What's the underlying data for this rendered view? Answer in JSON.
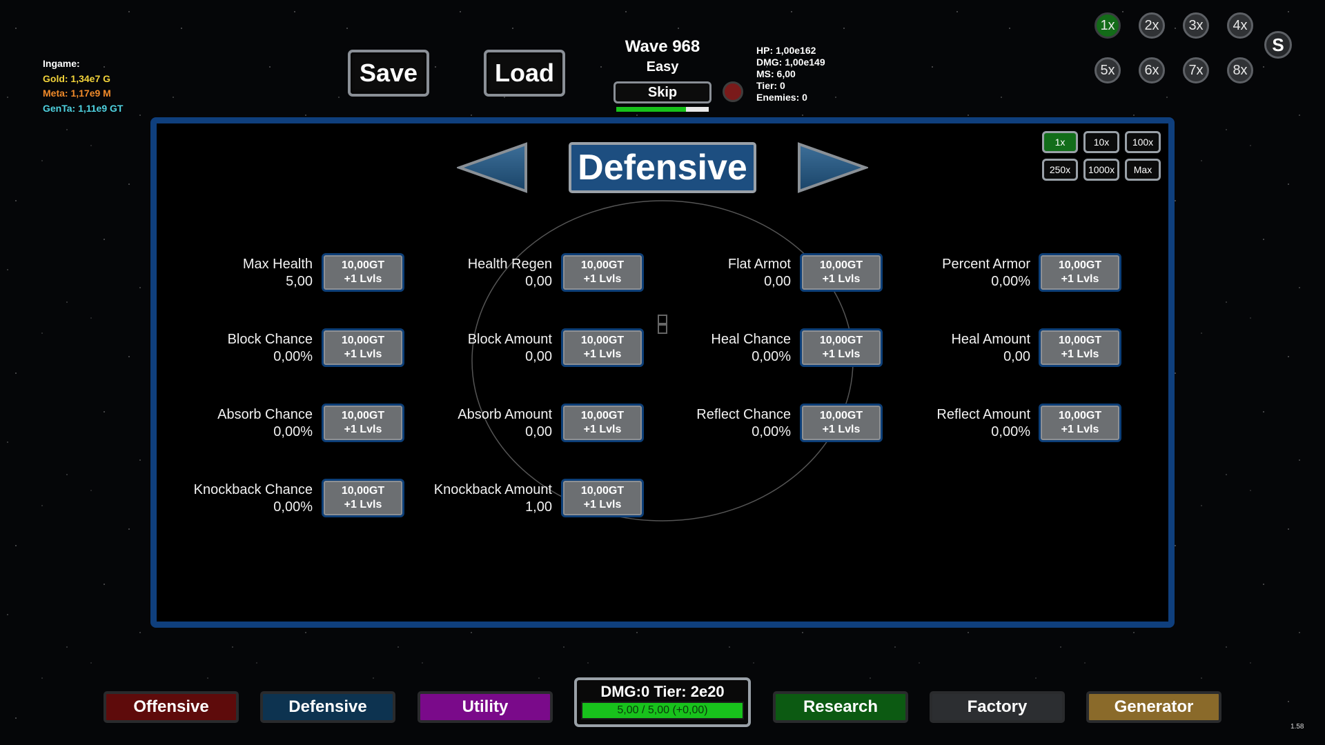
{
  "currency": {
    "label": "Ingame:",
    "gold": "Gold: 1,34e7 G",
    "meta": "Meta: 1,17e9 M",
    "genta": "GenTa: 1,11e9 GT"
  },
  "top": {
    "save_label": "Save",
    "load_label": "Load",
    "wave": "Wave 968",
    "difficulty": "Easy",
    "skip_label": "Skip",
    "skip_progress": 0.75
  },
  "stats": {
    "hp": "HP: 1,00e162",
    "dmg": "DMG: 1,00e149",
    "ms": "MS: 6,00",
    "tier": "Tier: 0",
    "enemies": "Enemies: 0"
  },
  "speeds": [
    "1x",
    "2x",
    "3x",
    "4x",
    "5x",
    "6x",
    "7x",
    "8x"
  ],
  "speed_active": "1x",
  "s_label": "S",
  "panel": {
    "title": "Defensive",
    "multipliers": [
      "1x",
      "10x",
      "100x",
      "250x",
      "1000x",
      "Max"
    ],
    "multiplier_active": "1x",
    "upgrades": [
      {
        "name": "Max Health",
        "value": "5,00",
        "cost": "10,00GT",
        "levels": "+1 Lvls"
      },
      {
        "name": "Health Regen",
        "value": "0,00",
        "cost": "10,00GT",
        "levels": "+1 Lvls"
      },
      {
        "name": "Flat Armot",
        "value": "0,00",
        "cost": "10,00GT",
        "levels": "+1 Lvls"
      },
      {
        "name": "Percent Armor",
        "value": "0,00%",
        "cost": "10,00GT",
        "levels": "+1 Lvls"
      },
      {
        "name": "Block Chance",
        "value": "0,00%",
        "cost": "10,00GT",
        "levels": "+1 Lvls"
      },
      {
        "name": "Block Amount",
        "value": "0,00",
        "cost": "10,00GT",
        "levels": "+1 Lvls"
      },
      {
        "name": "Heal Chance",
        "value": "0,00%",
        "cost": "10,00GT",
        "levels": "+1 Lvls"
      },
      {
        "name": "Heal Amount",
        "value": "0,00",
        "cost": "10,00GT",
        "levels": "+1 Lvls"
      },
      {
        "name": "Absorb Chance",
        "value": "0,00%",
        "cost": "10,00GT",
        "levels": "+1 Lvls"
      },
      {
        "name": "Absorb Amount",
        "value": "0,00",
        "cost": "10,00GT",
        "levels": "+1 Lvls"
      },
      {
        "name": "Reflect Chance",
        "value": "0,00%",
        "cost": "10,00GT",
        "levels": "+1 Lvls"
      },
      {
        "name": "Reflect Amount",
        "value": "0,00%",
        "cost": "10,00GT",
        "levels": "+1 Lvls"
      },
      {
        "name": "Knockback Chance",
        "value": "0,00%",
        "cost": "10,00GT",
        "levels": "+1 Lvls"
      },
      {
        "name": "Knockback Amount",
        "value": "1,00",
        "cost": "10,00GT",
        "levels": "+1 Lvls"
      }
    ]
  },
  "nav": [
    {
      "label": "Offensive",
      "color": "#5e0b0b",
      "text_color": "#ffffff"
    },
    {
      "label": "Defensive",
      "color": "#0d3350",
      "text_color": "#ffffff"
    },
    {
      "label": "Utility",
      "color": "#7a0a8a",
      "text_color": "#ffffff"
    },
    {
      "label": "Research",
      "color": "#0c5a12",
      "text_color": "#ffffff"
    },
    {
      "label": "Factory",
      "color": "#2c2e31",
      "text_color": "#ffffff"
    },
    {
      "label": "Generator",
      "color": "#8a6a2a",
      "text_color": "#ffffff"
    }
  ],
  "dmg_box": {
    "title": "DMG:0 Tier: 2e20",
    "bar_text": "5,00 / 5,00 (+0,00)",
    "bar_fill": 1.0
  },
  "version": "1.58"
}
